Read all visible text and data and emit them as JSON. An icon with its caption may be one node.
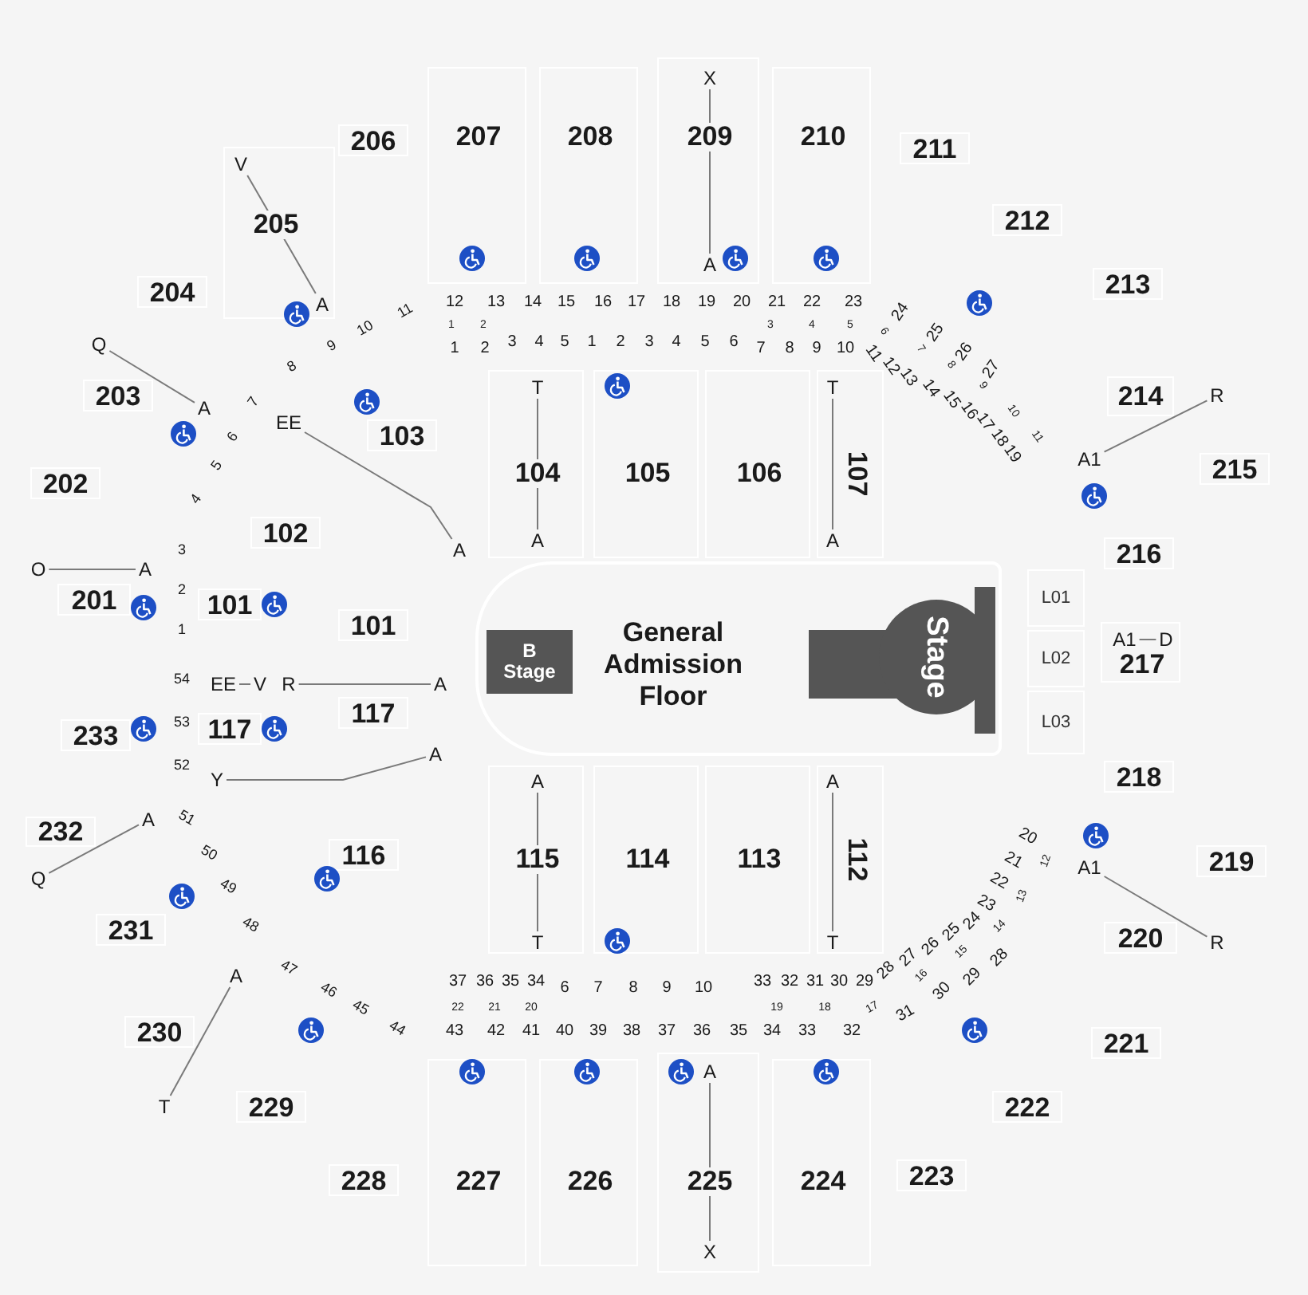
{
  "diagram": {
    "nodes": [
      {
        "text": [
          "206"
        ]
      },
      {
        "text": [
          "207"
        ]
      },
      {
        "text": [
          "208"
        ]
      },
      {
        "text": [
          "209"
        ]
      },
      {
        "text": [
          "X"
        ],
        "in": 3
      },
      {
        "text": [
          "A"
        ],
        "in": 3
      },
      {
        "text": [
          "210"
        ]
      },
      {
        "text": [
          "211"
        ]
      },
      {
        "text": [
          "205"
        ]
      },
      {
        "text": [
          "V"
        ],
        "in": 8
      },
      {
        "text": [
          "A"
        ],
        "in": 8
      },
      {
        "text": [
          "212"
        ]
      },
      {
        "text": [
          "204"
        ]
      },
      {
        "text": [
          "213"
        ]
      },
      {
        "text": [
          "Q"
        ]
      },
      {
        "text": [
          "203"
        ]
      },
      {
        "text": [
          "A"
        ]
      },
      {
        "text": [
          "EE"
        ]
      },
      {
        "text": [
          "103"
        ]
      },
      {
        "text": [
          "104"
        ]
      },
      {
        "text": [
          "T"
        ],
        "in": 19
      },
      {
        "text": [
          "A"
        ],
        "in": 19
      },
      {
        "text": [
          "105"
        ]
      },
      {
        "text": [
          "106"
        ]
      },
      {
        "text": [
          "107"
        ]
      },
      {
        "text": [
          "T"
        ],
        "in": 24
      },
      {
        "text": [
          "A"
        ],
        "in": 24
      },
      {
        "text": [
          "214"
        ]
      },
      {
        "text": [
          "R"
        ]
      },
      {
        "text": [
          "A1"
        ]
      },
      {
        "text": [
          "215"
        ]
      },
      {
        "text": [
          "202"
        ]
      },
      {
        "text": [
          "102"
        ]
      },
      {
        "text": [
          "A"
        ]
      },
      {
        "text": [
          "216"
        ]
      },
      {
        "text": [
          "O"
        ]
      },
      {
        "text": [
          "A"
        ]
      },
      {
        "text": [
          "201"
        ]
      },
      {
        "text": [
          "101"
        ]
      },
      {
        "text": [
          "101"
        ]
      },
      {
        "text": [
          "General Admission Floor"
        ]
      },
      {
        "text": [
          "B Stage"
        ],
        "in": 40
      },
      {
        "text": [
          "Stage"
        ],
        "in": 40
      },
      {
        "text": [
          "L01"
        ]
      },
      {
        "text": [
          "L02"
        ]
      },
      {
        "text": [
          "L03"
        ]
      },
      {
        "text": [
          "217"
        ]
      },
      {
        "text": [
          "A1"
        ],
        "in": 46
      },
      {
        "text": [
          "D"
        ],
        "in": 46
      },
      {
        "text": [
          "EE"
        ]
      },
      {
        "text": [
          "V"
        ]
      },
      {
        "text": [
          "R"
        ]
      },
      {
        "text": [
          "A"
        ]
      },
      {
        "text": [
          "233"
        ]
      },
      {
        "text": [
          "117"
        ]
      },
      {
        "text": [
          "117"
        ]
      },
      {
        "text": [
          "218"
        ]
      },
      {
        "text": [
          "Y"
        ]
      },
      {
        "text": [
          "A"
        ]
      },
      {
        "text": [
          "115"
        ]
      },
      {
        "text": [
          "A"
        ],
        "in": 59
      },
      {
        "text": [
          "T"
        ],
        "in": 59
      },
      {
        "text": [
          "114"
        ]
      },
      {
        "text": [
          "113"
        ]
      },
      {
        "text": [
          "112"
        ]
      },
      {
        "text": [
          "A"
        ],
        "in": 64
      },
      {
        "text": [
          "T"
        ],
        "in": 64
      },
      {
        "text": [
          "A"
        ]
      },
      {
        "text": [
          "232"
        ]
      },
      {
        "text": [
          "Q"
        ]
      },
      {
        "text": [
          "116"
        ]
      },
      {
        "text": [
          "219"
        ]
      },
      {
        "text": [
          "A1"
        ]
      },
      {
        "text": [
          "220"
        ]
      },
      {
        "text": [
          "R"
        ]
      },
      {
        "text": [
          "231"
        ]
      },
      {
        "text": [
          "A"
        ]
      },
      {
        "text": [
          "230"
        ]
      },
      {
        "text": [
          "T"
        ]
      },
      {
        "text": [
          "221"
        ]
      },
      {
        "text": [
          "229"
        ]
      },
      {
        "text": [
          "222"
        ]
      },
      {
        "text": [
          "228"
        ]
      },
      {
        "text": [
          "227"
        ]
      },
      {
        "text": [
          "226"
        ]
      },
      {
        "text": [
          "225"
        ]
      },
      {
        "text": [
          "A"
        ],
        "in": 85
      },
      {
        "text": [
          "X"
        ],
        "in": 85
      },
      {
        "text": [
          "224"
        ]
      },
      {
        "text": [
          "223"
        ]
      }
    ],
    "edges": [
      {
        "from": 4,
        "to": 5,
        "arrow": "none"
      },
      {
        "from": 9,
        "to": 10,
        "arrow": "none"
      },
      {
        "from": 14,
        "to": 16,
        "arrow": "none"
      },
      {
        "from": 17,
        "to": 33,
        "arrow": "none"
      },
      {
        "from": 20,
        "to": 21,
        "arrow": "none"
      },
      {
        "from": 25,
        "to": 26,
        "arrow": "none"
      },
      {
        "from": 28,
        "to": 29,
        "arrow": "none"
      },
      {
        "from": 35,
        "to": 36,
        "arrow": "none"
      },
      {
        "from": 47,
        "to": 48,
        "arrow": "none"
      },
      {
        "from": 49,
        "to": 50,
        "arrow": "none"
      },
      {
        "from": 51,
        "to": 52,
        "arrow": "none"
      },
      {
        "from": 57,
        "to": 58,
        "arrow": "none"
      },
      {
        "from": 60,
        "to": 61,
        "arrow": "none"
      },
      {
        "from": 65,
        "to": 66,
        "arrow": "none"
      },
      {
        "from": 67,
        "to": 69,
        "arrow": "none"
      },
      {
        "from": 72,
        "to": 74,
        "arrow": "none"
      },
      {
        "from": 76,
        "to": 78,
        "arrow": "none"
      },
      {
        "from": 86,
        "to": 87,
        "arrow": "none"
      }
    ],
    "labels": [
      "12",
      "13",
      "14",
      "15",
      "16",
      "17",
      "18",
      "19",
      "20",
      "21",
      "22",
      "23",
      "1",
      "2",
      "3",
      "4",
      "5",
      "1",
      "2",
      "3",
      "4",
      "5",
      "1",
      "2",
      "3",
      "4",
      "5",
      "6",
      "7",
      "8",
      "9",
      "10",
      "11",
      "6",
      "24",
      "12",
      "7",
      "25",
      "13",
      "8",
      "26",
      "14",
      "27",
      "9",
      "15",
      "16",
      "10",
      "17",
      "18",
      "11",
      "19",
      "11",
      "10",
      "9",
      "8",
      "7",
      "6",
      "5",
      "4",
      "3",
      "2",
      "1",
      "54",
      "53",
      "52",
      "51",
      "50",
      "49",
      "48",
      "47",
      "46",
      "45",
      "44",
      "37",
      "36",
      "35",
      "34",
      "6",
      "7",
      "8",
      "9",
      "10",
      "33",
      "32",
      "31",
      "30",
      "29",
      "22",
      "21",
      "20",
      "19",
      "18",
      "17",
      "43",
      "42",
      "41",
      "40",
      "39",
      "38",
      "37",
      "36",
      "35",
      "34",
      "33",
      "32",
      "20",
      "21",
      "12",
      "22",
      "23",
      "13",
      "24",
      "14",
      "25",
      "27",
      "26",
      "15",
      "28",
      "28",
      "16",
      "29",
      "30",
      "31"
    ]
  }
}
